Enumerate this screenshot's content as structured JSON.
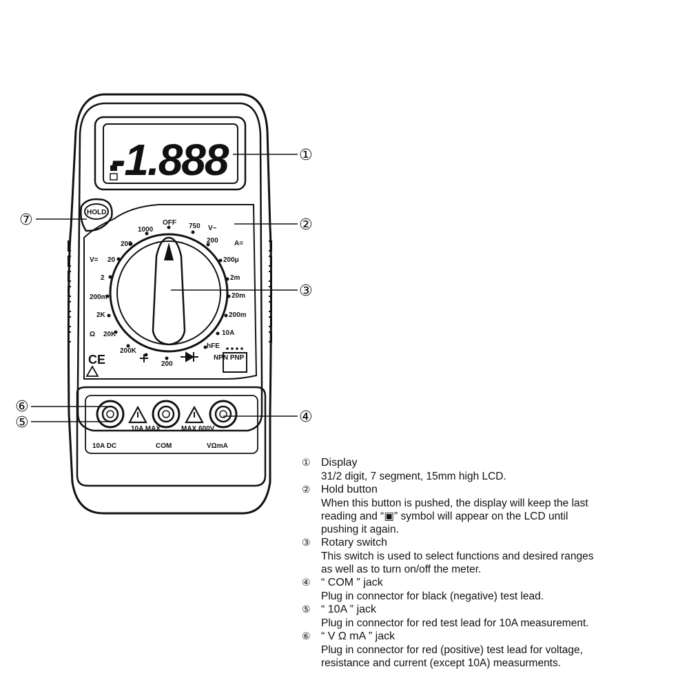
{
  "device": {
    "lcd_reading": "-1.888",
    "hold_label": "HOLD",
    "dial_labels": {
      "off": "OFF",
      "v_ac": "V~",
      "a_dc": "A=",
      "v_dc": "V=",
      "r750": "750",
      "r200a": "200",
      "r200u": "200μ",
      "r2m": "2m",
      "r20m": "20m",
      "r200m": "200m",
      "r10a": "10A",
      "hfe": "hFE",
      "r1000": "1000",
      "r200v": "200",
      "r20": "20",
      "r2": "2",
      "r200mv": "200m",
      "r2k": "2K",
      "r200k": "200K",
      "r20k": "20K",
      "r200ohm": "200",
      "ohm": "Ω",
      "ce": "CE",
      "npn_pnp": "NPN PNP"
    },
    "jack_labels": {
      "left": "10A DC",
      "middle": "COM",
      "right": "VΩmA",
      "warning_left": "10A MAX",
      "warning_right": "MAX 600V"
    }
  },
  "callouts": {
    "c1": "①",
    "c2": "②",
    "c3": "③",
    "c4": "④",
    "c5": "⑤",
    "c6": "⑥",
    "c7": "⑦"
  },
  "legend": [
    {
      "num": "①",
      "title": "Display",
      "desc": [
        "31/2 digit, 7 segment, 15mm high LCD."
      ]
    },
    {
      "num": "②",
      "title": "Hold button",
      "desc": [
        "When this button is pushed, the display will keep the last",
        "reading and “▣” symbol will appear on the LCD until",
        "pushing it again."
      ]
    },
    {
      "num": "③",
      "title": "Rotary switch",
      "desc": [
        "This switch is used to select functions and desired ranges",
        "as well as to turn on/off the meter."
      ]
    },
    {
      "num": "④",
      "title": "“ COM ”  jack",
      "desc": [
        "Plug in connector for black (negative) test lead."
      ]
    },
    {
      "num": "⑤",
      "title": "“ 10A ”  jack",
      "desc": [
        "Plug in connector for red test lead for 10A measurement."
      ]
    },
    {
      "num": "⑥",
      "title": "“ V Ω mA ”  jack",
      "desc": [
        "Plug in connector for red (positive) test lead for voltage,",
        "resistance and current (except 10A) measurments."
      ]
    }
  ]
}
